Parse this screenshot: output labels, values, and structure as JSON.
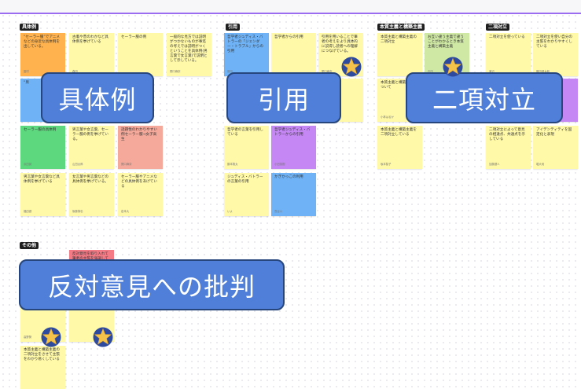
{
  "frames": [
    {
      "id": "gutairei",
      "label": "具体例"
    },
    {
      "id": "inyo",
      "label": "引用"
    },
    {
      "id": "honshitsu",
      "label": "本質主義と構築主義"
    },
    {
      "id": "nikou",
      "label": "二項対立"
    },
    {
      "id": "sonota",
      "label": "その他"
    }
  ],
  "notes": [
    {
      "text": "“セーラー服”でアニメなどの身近な具体例を出している。",
      "author": "園村"
    },
    {
      "text": "古着や昔のわかなど具体例を挙げている",
      "author": "森田"
    },
    {
      "text": "セーラー服の例",
      "author": ""
    },
    {
      "text": "一般的な見方では説明がつかないものが事迄の考えでは説明がつくということを具体例(男言葉で女言葉)で説明として示している。",
      "author": "関口麻奈"
    },
    {
      "text": "“男",
      "author": ""
    },
    {
      "text": "セーラー服の具体例",
      "author": "浜田誠"
    },
    {
      "text": "男言葉や女言葉、セーラー服の例を挙げている。",
      "author": "山田太郎"
    },
    {
      "text": "話題性のわかりやすい例セーラー服→女子高生",
      "author": "関口麻奈"
    },
    {
      "text": "男言葉や女言葉など具体例を挙げている",
      "author": "福田健"
    },
    {
      "text": "女言葉や男言葉などの具体例を挙げている。",
      "author": "後藤慎也"
    },
    {
      "text": "セーラー服やアニメなどの具体例をあげている",
      "author": "岩本大"
    },
    {
      "text": "哲学者ジュディス・バトラーの「ジェンダー・トラブル」からの引用",
      "author": "藤田"
    },
    {
      "text": "哲学者からの引用",
      "author": ""
    },
    {
      "text": "引用を用いることで筆者の考えをより具体的に説得し読者への理解につなげている。",
      "author": "関口麻奈"
    },
    {
      "text": "哲学者の言葉を引用している",
      "author": "藤本翔太"
    },
    {
      "text": "哲学者ジュディス・バトラーからの引用",
      "author": "小田英樹"
    },
    {
      "text": "ジュディス・バトラーの言葉の引用",
      "author": "いよ"
    },
    {
      "text": "かぎかっこの利用",
      "author": "長谷川"
    },
    {
      "text": "本質主義と構築主義の二項対立",
      "author": ""
    },
    {
      "text": "お互い違う主義で違うことがわかるとき本質主義と構築主義",
      "author": "石田"
    },
    {
      "text": "二項対立を使っている",
      "author": "渡辺"
    },
    {
      "text": "二項対立を使い自分の主張をわかりやすくしている",
      "author": "藤田健太郎"
    },
    {
      "text": "本質主義と構築主義について",
      "author": "小林はるか"
    },
    {
      "text": "本質主義と構築主義を二項対立している",
      "author": "坂本智子"
    },
    {
      "text": "二項対立によって意見の相違点、共通点を示している",
      "author": "加藤健人"
    },
    {
      "text": "アイデンティティを固定化と表現",
      "author": "堀大地"
    },
    {
      "text": "反対意見を取り入れて筆者の主張を強調している",
      "author": ""
    },
    {
      "text": "(筆者の主張)に論理し説明力をつけている。",
      "author": "高野葵"
    },
    {
      "text": "本質主義と構築主義の二項対立をさせて主張をわかり易くしている",
      "author": ""
    }
  ],
  "tags": {
    "gutairei": "具体例",
    "inyo": "引用",
    "nikou": "二項対立",
    "hantai": "反対意見への批判"
  },
  "icons": {
    "star": "star-icon"
  },
  "colors": {
    "accent": "#9b6cf0",
    "tag": "#4f7fd8",
    "star": "#f6c34a",
    "star_bg": "#2e4a9e"
  }
}
